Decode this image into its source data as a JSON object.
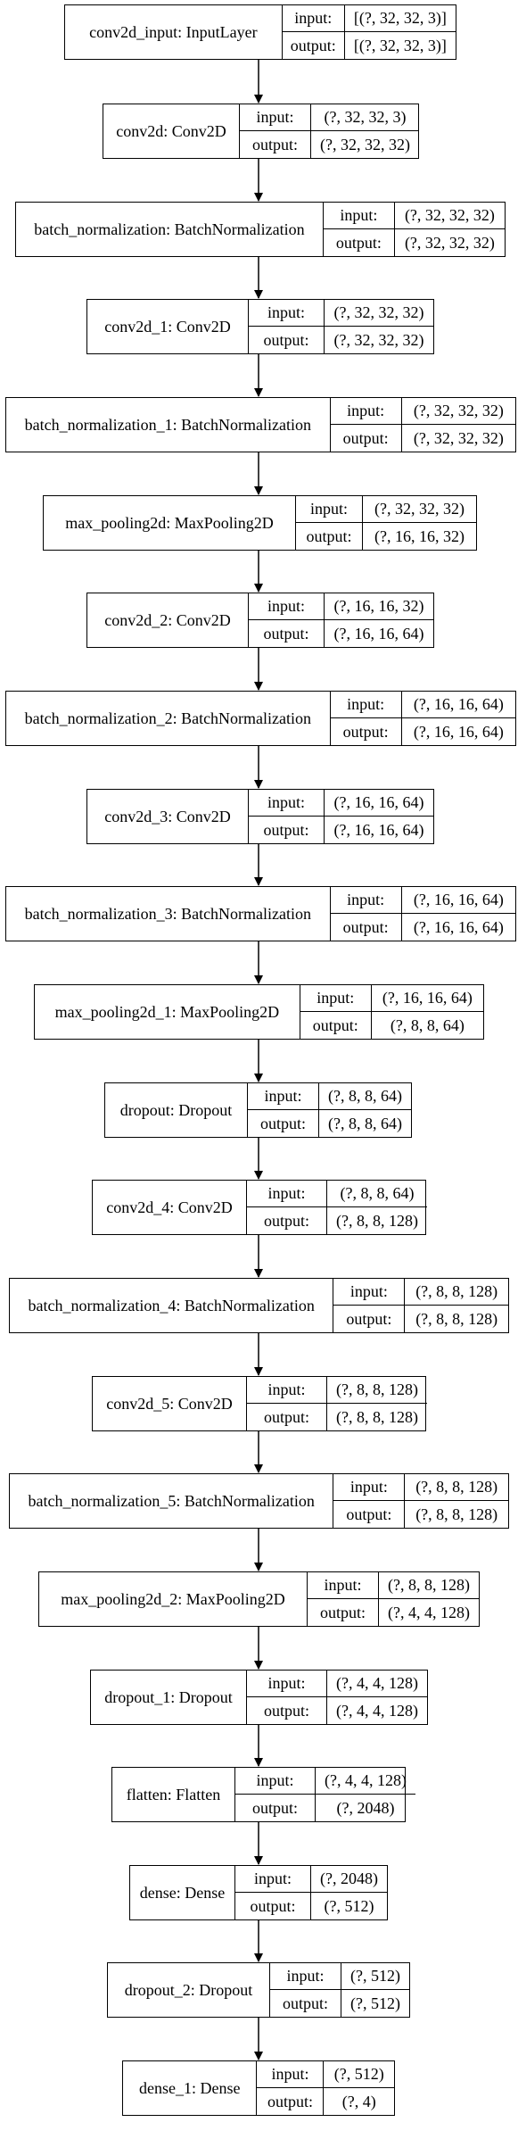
{
  "layers": [
    {
      "name": "conv2d_input: InputLayer",
      "input_label": "input:",
      "output_label": "output:",
      "input": "[(?, 32, 32, 3)]",
      "output": "[(?, 32, 32, 3)]"
    },
    {
      "name": "conv2d: Conv2D",
      "input_label": "input:",
      "output_label": "output:",
      "input": "(?, 32, 32, 3)",
      "output": "(?, 32, 32, 32)"
    },
    {
      "name": "batch_normalization: BatchNormalization",
      "input_label": "input:",
      "output_label": "output:",
      "input": "(?, 32, 32, 32)",
      "output": "(?, 32, 32, 32)"
    },
    {
      "name": "conv2d_1: Conv2D",
      "input_label": "input:",
      "output_label": "output:",
      "input": "(?, 32, 32, 32)",
      "output": "(?, 32, 32, 32)"
    },
    {
      "name": "batch_normalization_1: BatchNormalization",
      "input_label": "input:",
      "output_label": "output:",
      "input": "(?, 32, 32, 32)",
      "output": "(?, 32, 32, 32)"
    },
    {
      "name": "max_pooling2d: MaxPooling2D",
      "input_label": "input:",
      "output_label": "output:",
      "input": "(?, 32, 32, 32)",
      "output": "(?, 16, 16, 32)"
    },
    {
      "name": "conv2d_2: Conv2D",
      "input_label": "input:",
      "output_label": "output:",
      "input": "(?, 16, 16, 32)",
      "output": "(?, 16, 16, 64)"
    },
    {
      "name": "batch_normalization_2: BatchNormalization",
      "input_label": "input:",
      "output_label": "output:",
      "input": "(?, 16, 16, 64)",
      "output": "(?, 16, 16, 64)"
    },
    {
      "name": "conv2d_3: Conv2D",
      "input_label": "input:",
      "output_label": "output:",
      "input": "(?, 16, 16, 64)",
      "output": "(?, 16, 16, 64)"
    },
    {
      "name": "batch_normalization_3: BatchNormalization",
      "input_label": "input:",
      "output_label": "output:",
      "input": "(?, 16, 16, 64)",
      "output": "(?, 16, 16, 64)"
    },
    {
      "name": "max_pooling2d_1: MaxPooling2D",
      "input_label": "input:",
      "output_label": "output:",
      "input": "(?, 16, 16, 64)",
      "output": "(?, 8, 8, 64)"
    },
    {
      "name": "dropout: Dropout",
      "input_label": "input:",
      "output_label": "output:",
      "input": "(?, 8, 8, 64)",
      "output": "(?, 8, 8, 64)"
    },
    {
      "name": "conv2d_4: Conv2D",
      "input_label": "input:",
      "output_label": "output:",
      "input": "(?, 8, 8, 64)",
      "output": "(?, 8, 8, 128)"
    },
    {
      "name": "batch_normalization_4: BatchNormalization",
      "input_label": "input:",
      "output_label": "output:",
      "input": "(?, 8, 8, 128)",
      "output": "(?, 8, 8, 128)"
    },
    {
      "name": "conv2d_5: Conv2D",
      "input_label": "input:",
      "output_label": "output:",
      "input": "(?, 8, 8, 128)",
      "output": "(?, 8, 8, 128)"
    },
    {
      "name": "batch_normalization_5: BatchNormalization",
      "input_label": "input:",
      "output_label": "output:",
      "input": "(?, 8, 8, 128)",
      "output": "(?, 8, 8, 128)"
    },
    {
      "name": "max_pooling2d_2: MaxPooling2D",
      "input_label": "input:",
      "output_label": "output:",
      "input": "(?, 8, 8, 128)",
      "output": "(?, 4, 4, 128)"
    },
    {
      "name": "dropout_1: Dropout",
      "input_label": "input:",
      "output_label": "output:",
      "input": "(?, 4, 4, 128)",
      "output": "(?, 4, 4, 128)"
    },
    {
      "name": "flatten: Flatten",
      "input_label": "input:",
      "output_label": "output:",
      "input": "(?, 4, 4, 128)",
      "output": "(?, 2048)"
    },
    {
      "name": "dense: Dense",
      "input_label": "input:",
      "output_label": "output:",
      "input": "(?, 2048)",
      "output": "(?, 512)"
    },
    {
      "name": "dropout_2: Dropout",
      "input_label": "input:",
      "output_label": "output:",
      "input": "(?, 512)",
      "output": "(?, 512)"
    },
    {
      "name": "dense_1: Dense",
      "input_label": "input:",
      "output_label": "output:",
      "input": "(?, 512)",
      "output": "(?, 4)"
    }
  ],
  "colors": {
    "stroke": "#000000",
    "background": "#ffffff"
  }
}
